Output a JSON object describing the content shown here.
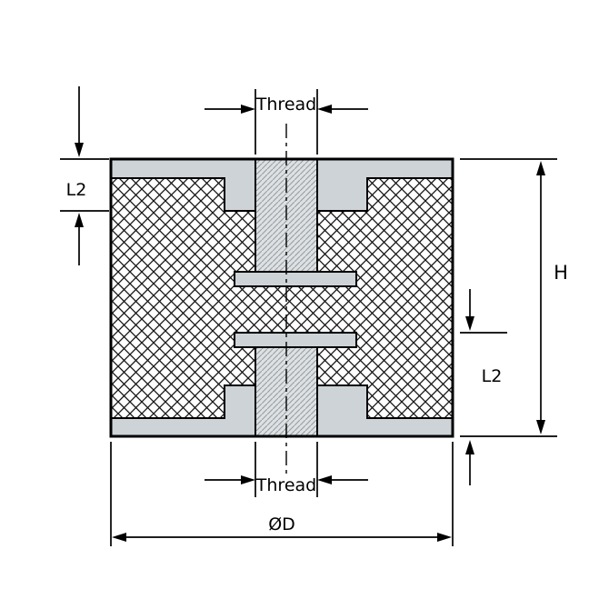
{
  "diagram": {
    "type": "technical-drawing",
    "subject": "cylindrical-rubber-mount-cross-section-with-threaded-inserts",
    "labels": {
      "thread_top": "Thread",
      "thread_bottom": "Thread",
      "l2_left": "L2",
      "l2_right": "L2",
      "height": "H",
      "diameter": "ØD"
    },
    "colors": {
      "line": "#000000",
      "insert_fill": "#cdd3d6",
      "thread_fill": "#dde1e3",
      "background": "#ffffff"
    }
  }
}
